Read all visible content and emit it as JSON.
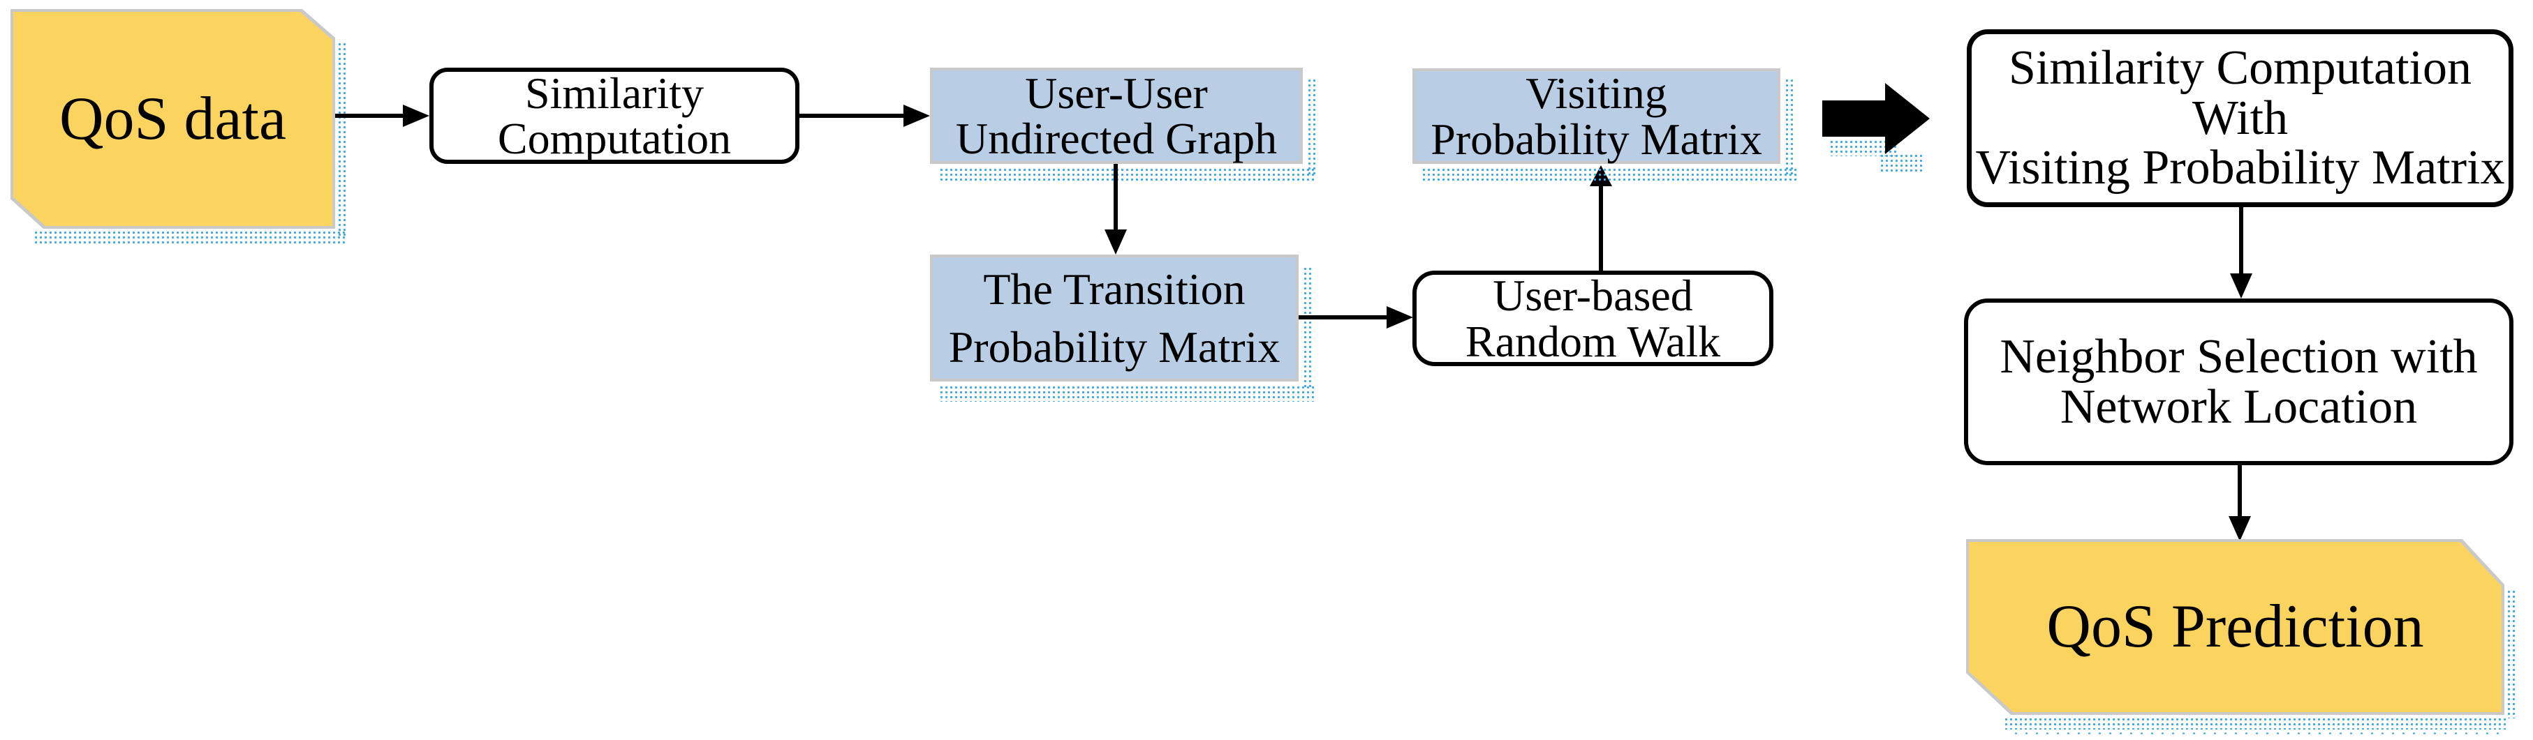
{
  "diagram_title": "QoS prediction flow diagram",
  "colors": {
    "node_yellow": "#FBD45F",
    "node_blue": "#B9CDE5",
    "shadow_dot": "#3FA8E0",
    "border_gray": "#C9C9C9",
    "line_black": "#000000"
  },
  "nodes": {
    "qos_data": {
      "label": "QoS data",
      "type": "document",
      "fill": "#FBD45F"
    },
    "similarity": {
      "label": "Similarity\nComputation",
      "type": "process",
      "fill": "#FFFFFF"
    },
    "user_graph": {
      "label": "User-User\nUndirected Graph",
      "type": "data",
      "fill": "#B9CDE5"
    },
    "transition": {
      "label": "The Transition\nProbability Matrix",
      "type": "data",
      "fill": "#B9CDE5"
    },
    "random_walk": {
      "label": "User-based\nRandom Walk",
      "type": "process",
      "fill": "#FFFFFF"
    },
    "visiting": {
      "label": "Visiting\nProbability Matrix",
      "type": "data",
      "fill": "#B9CDE5"
    },
    "sim_visiting": {
      "label": "Similarity Computation\nWith\nVisiting Probability Matrix",
      "type": "process",
      "fill": "#FFFFFF"
    },
    "neighbor": {
      "label": "Neighbor Selection with\nNetwork Location",
      "type": "process",
      "fill": "#FFFFFF"
    },
    "qos_prediction": {
      "label": "QoS Prediction",
      "type": "document",
      "fill": "#FBD45F"
    }
  },
  "edges": [
    {
      "from": "qos_data",
      "to": "similarity",
      "direction": "right"
    },
    {
      "from": "similarity",
      "to": "user_graph",
      "direction": "right"
    },
    {
      "from": "user_graph",
      "to": "transition",
      "direction": "down"
    },
    {
      "from": "transition",
      "to": "random_walk",
      "direction": "right"
    },
    {
      "from": "random_walk",
      "to": "visiting",
      "direction": "up"
    },
    {
      "from": "visiting",
      "to": "sim_visiting",
      "direction": "right-block-arrow"
    },
    {
      "from": "sim_visiting",
      "to": "neighbor",
      "direction": "down"
    },
    {
      "from": "neighbor",
      "to": "qos_prediction",
      "direction": "down"
    }
  ]
}
